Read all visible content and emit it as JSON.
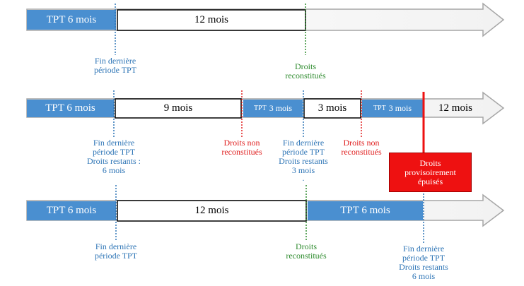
{
  "row1": {
    "tpt": "TPT 6 mois",
    "box": "12 mois",
    "label_fin": [
      "Fin dernière",
      "période TPT"
    ],
    "label_droits": [
      "Droits",
      "reconstitués"
    ]
  },
  "row2": {
    "tpt": "TPT 6 mois",
    "box1": "9 mois",
    "tpt_small1": {
      "prefix": "TPT",
      "value": "3 mois"
    },
    "box2": "3 mois",
    "tpt_small2": {
      "prefix": "TPT",
      "value": "3 mois"
    },
    "box3": "12 mois",
    "label_fin": [
      "Fin dernière",
      "période TPT",
      "Droits restants :",
      "6 mois"
    ],
    "label_non1": [
      "Droits non",
      "reconstitués"
    ],
    "label_fin2": [
      "Fin dernière",
      "période TPT",
      "Droits restants",
      "3 mois",
      "."
    ],
    "label_non2": [
      "Droits non",
      "reconstitués"
    ],
    "epuises": [
      "Droits",
      "provisoirement",
      "épuisés"
    ]
  },
  "row3": {
    "tpt": "TPT 6 mois",
    "box": "12 mois",
    "tpt2": "TPT 6 mois",
    "label_fin": [
      "Fin dernière",
      "période TPT"
    ],
    "label_droits": [
      "Droits",
      "reconstitués"
    ],
    "label_fin2": [
      "Fin dernière",
      "période TPT",
      "Droits restants",
      "6 mois"
    ]
  },
  "colors": {
    "tpt_blue": "#4a8fd0",
    "label_blue": "#2e75b6",
    "green": "#2e8b2e",
    "red": "#e02020",
    "arrow_outline": "#a6a6a6"
  }
}
